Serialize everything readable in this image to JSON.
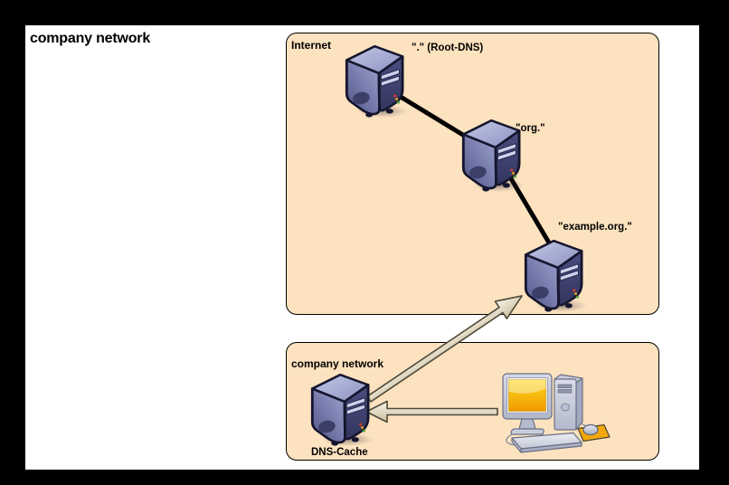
{
  "title": "company network",
  "groups": {
    "internet": {
      "label": "Internet",
      "nodes": {
        "root": {
          "label": "\".\" (Root-DNS)",
          "icon": "server-tower-icon"
        },
        "org": {
          "label": "\"org.\"",
          "icon": "server-tower-icon"
        },
        "example": {
          "label": "\"example.org.\"",
          "icon": "server-tower-icon"
        }
      }
    },
    "company": {
      "label": "company network",
      "nodes": {
        "dns_cache": {
          "label": "DNS-Cache",
          "icon": "server-tower-icon"
        },
        "client": {
          "icon": "desktop-computer-icon"
        }
      }
    }
  },
  "edges": [
    {
      "from": "root",
      "to": "org",
      "style": "thick-black-line"
    },
    {
      "from": "org",
      "to": "example",
      "style": "thick-black-line"
    },
    {
      "from": "dns_cache",
      "to": "example",
      "style": "outlined-tan-arrow"
    },
    {
      "from": "client",
      "to": "dns_cache",
      "style": "outlined-tan-arrow"
    }
  ],
  "colors": {
    "page_background": "#000000",
    "canvas_background": "#ffffff",
    "group_box_fill": "#fde2bf",
    "group_box_border": "#000000",
    "link_line": "#000000",
    "arrow_fill_light": "#f7f4ea",
    "arrow_fill_dark": "#cdbf9f",
    "arrow_stroke": "#4f4a3a",
    "server_top": "#aab2d8",
    "server_side": "#6d72a4",
    "server_front": "#3e4272",
    "monitor_screen_top": "#ffd91e",
    "monitor_screen_bottom": "#f09b00",
    "mousepad": "#f2a80a"
  }
}
